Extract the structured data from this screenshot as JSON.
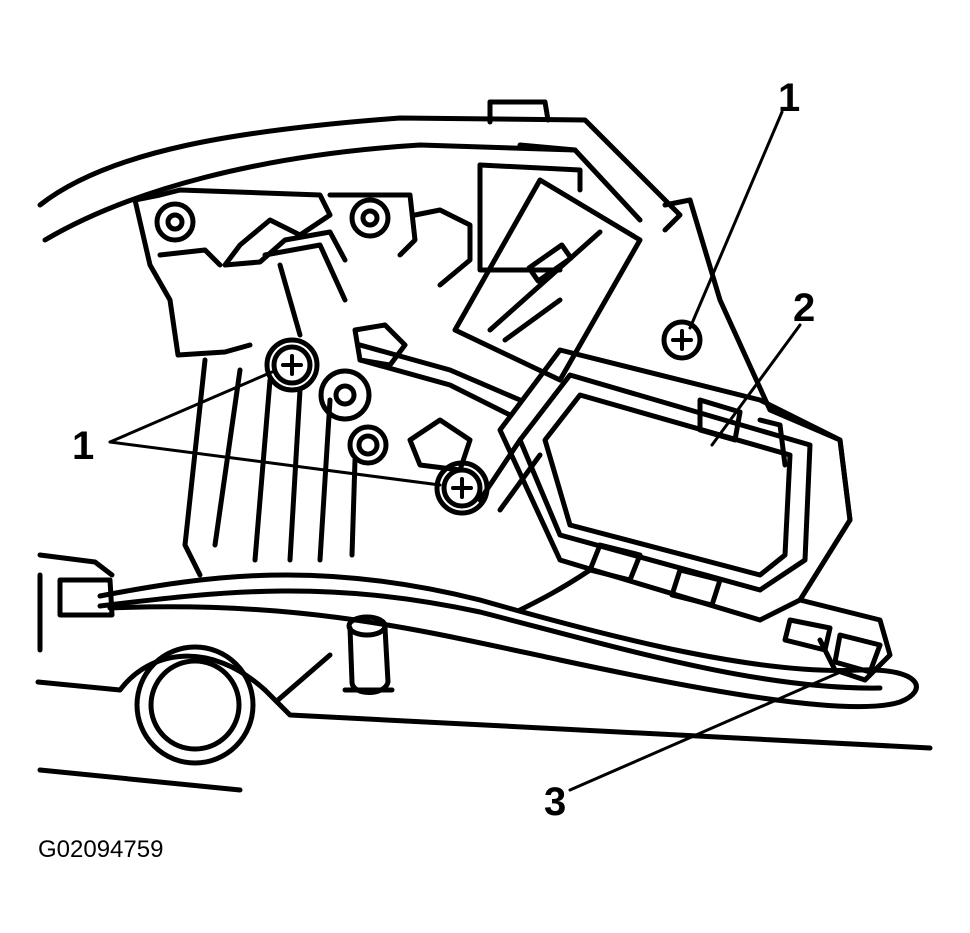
{
  "callouts": [
    {
      "id": "c1-top",
      "label": "1"
    },
    {
      "id": "c2",
      "label": "2"
    },
    {
      "id": "c1-left",
      "label": "1"
    },
    {
      "id": "c3",
      "label": "3"
    }
  ],
  "figure_id": "G02094759",
  "colors": {
    "line": "#000000",
    "background": "#ffffff"
  }
}
